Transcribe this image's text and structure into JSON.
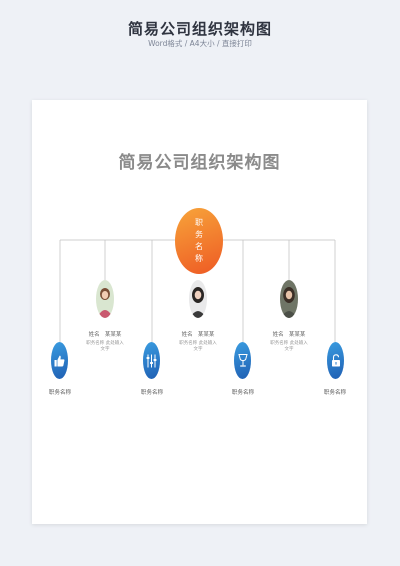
{
  "header": {
    "title": "简易公司组织架构图",
    "subtitle": "Word格式 / A4大小 / 直接打印"
  },
  "document": {
    "title": "简易公司组织架构图",
    "top_node": {
      "chars": [
        "职",
        "务",
        "名",
        "称"
      ]
    },
    "members": [
      {
        "name_label": "姓名",
        "name_value": "某某某",
        "note_line1": "职务名称  此处输入",
        "note_line2": "文字"
      },
      {
        "name_label": "姓名",
        "name_value": "某某某",
        "note_line1": "职务名称  此处输入",
        "note_line2": "文字"
      },
      {
        "name_label": "姓名",
        "name_value": "某某某",
        "note_line1": "职务名称  此处输入",
        "note_line2": "文字"
      }
    ],
    "positions": [
      {
        "label": "职务名称",
        "icon": "thumbs-up-icon"
      },
      {
        "label": "职务名称",
        "icon": "sliders-icon"
      },
      {
        "label": "职务名称",
        "icon": "goblet-icon"
      },
      {
        "label": "职务名称",
        "icon": "lock-icon"
      }
    ],
    "colors": {
      "top_node": "#f07a2a",
      "position_node": "#2a7bc9"
    }
  }
}
